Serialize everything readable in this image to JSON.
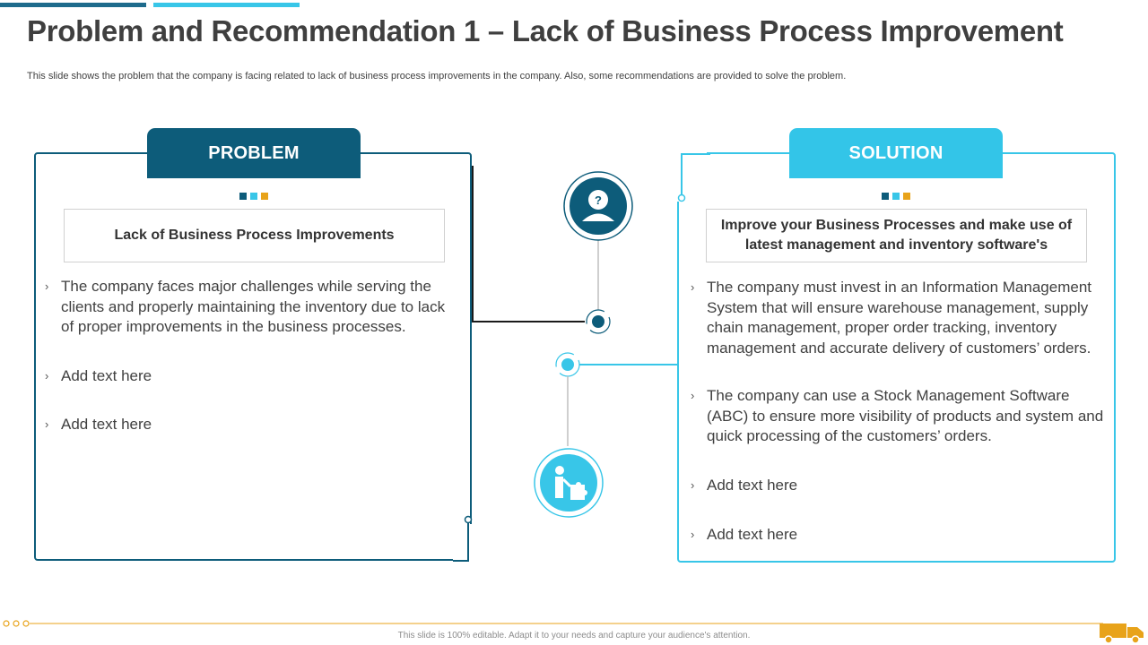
{
  "header": {
    "title": "Problem and Recommendation 1 – Lack of Business Process Improvement",
    "subtitle": "This slide shows the problem that the company is facing related to lack of business process improvements in the company. Also, some recommendations are provided to solve the problem."
  },
  "problem": {
    "tab_label": "PROBLEM",
    "heading": "Lack of Business Process Improvements",
    "bullets": [
      "The company faces major challenges while serving the clients and properly maintaining the inventory due to lack of proper improvements in the business processes.",
      "Add text here",
      "Add text here"
    ]
  },
  "solution": {
    "tab_label": "SOLUTION",
    "heading": "Improve your Business Processes and make use of latest management and inventory software's",
    "bullets": [
      "The company must invest in an Information Management System that will ensure warehouse management, supply chain management, proper order tracking, inventory management and accurate delivery of customers’ orders.",
      "The company can use a Stock Management Software (ABC) to ensure more visibility of products and system and quick processing of the customers’ orders.",
      "Add text here",
      "Add text here"
    ]
  },
  "bullet_glyph": "›",
  "icons": {
    "problem": "question-person-icon",
    "solution": "person-puzzle-icon",
    "truck": "truck-icon"
  },
  "colors": {
    "dark_teal": "#0d5c7a",
    "light_blue": "#38c6e8",
    "orange": "#e8a31a",
    "title_gray": "#3f3f3f"
  },
  "footer": {
    "note": "This slide is 100% editable. Adapt it to your needs and capture your audience's attention."
  }
}
